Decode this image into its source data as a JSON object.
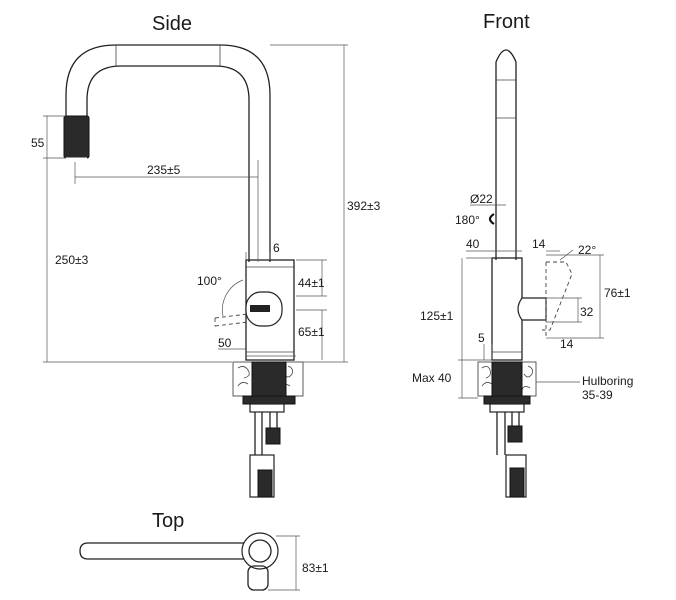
{
  "views": {
    "side": {
      "title": "Side"
    },
    "front": {
      "title": "Front"
    },
    "top": {
      "title": "Top"
    }
  },
  "side_dims": {
    "d55": "55",
    "d235": "235±5",
    "d392": "392±3",
    "d250": "250±3",
    "d6": "6",
    "d100": "100°",
    "d44": "44±1",
    "d65": "65±1",
    "d50": "50"
  },
  "front_dims": {
    "dia22": "Ø22",
    "rot180": "180°",
    "d40": "40",
    "d14a": "14",
    "d22deg": "22°",
    "d76": "76±1",
    "d125": "125±1",
    "d32": "32",
    "d14b": "14",
    "d5": "5",
    "max40": "Max 40",
    "hulboring": "Hulboring",
    "hul_range": "35-39"
  },
  "top_dims": {
    "d83": "83±1"
  }
}
